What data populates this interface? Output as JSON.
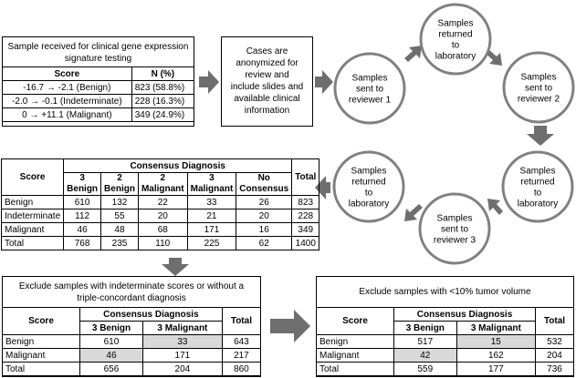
{
  "box1": {
    "title_lines": [
      "Sample received for clinical gene expression",
      "signature testing"
    ],
    "headers": [
      "Score",
      "N (%)"
    ],
    "rows": [
      [
        "-16.7 → -2.1 (Benign)",
        "823 (58.8%)"
      ],
      [
        "-2.0 → -0.1 (Indeterminate)",
        "228 (16.3%)"
      ],
      [
        "0 → +11.1 (Malignant)",
        "349 (24.9%)"
      ]
    ]
  },
  "box2": {
    "lines": [
      "Cases are",
      "anonymized for",
      "review and",
      "include slides and",
      "available clinical",
      "information"
    ]
  },
  "circles": [
    {
      "lines": [
        "Samples",
        "sent to",
        "reviewer 1"
      ]
    },
    {
      "lines": [
        "Samples",
        "returned",
        "to",
        "laboratory"
      ]
    },
    {
      "lines": [
        "Samples",
        "sent to",
        "reviewer 2"
      ]
    },
    {
      "lines": [
        "Samples",
        "returned",
        "to",
        "laboratory"
      ]
    },
    {
      "lines": [
        "Samples",
        "sent to",
        "reviewer 3"
      ]
    },
    {
      "lines": [
        "Samples",
        "returned",
        "to",
        "laboratory"
      ]
    }
  ],
  "table1": {
    "score_label": "Score",
    "consensus_label": "Consensus Diagnosis",
    "total_label": "Total",
    "subheaders": [
      [
        "3",
        "Benign"
      ],
      [
        "2",
        "Benign"
      ],
      [
        "2",
        "Malignant"
      ],
      [
        "3",
        "Malignant"
      ],
      [
        "No",
        "Consensus"
      ]
    ],
    "rows": [
      [
        "Benign",
        "610",
        "132",
        "22",
        "33",
        "26",
        "823"
      ],
      [
        "Indeterminate",
        "112",
        "55",
        "20",
        "21",
        "20",
        "228"
      ],
      [
        "Malignant",
        "46",
        "48",
        "68",
        "171",
        "16",
        "349"
      ],
      [
        "Total",
        "768",
        "235",
        "110",
        "225",
        "62",
        "1400"
      ]
    ]
  },
  "table2": {
    "caption_lines": [
      "Exclude samples with indeterminate scores or without a",
      "triple-concordant diagnosis"
    ],
    "score_label": "Score",
    "consensus_label": "Consensus Diagnosis",
    "total_label": "Total",
    "subheaders": [
      "3 Benign",
      "3 Malignant"
    ],
    "rows": [
      [
        "Benign",
        "610",
        "33",
        "643"
      ],
      [
        "Malignant",
        "46",
        "171",
        "217"
      ],
      [
        "Total",
        "656",
        "204",
        "860"
      ]
    ]
  },
  "table3": {
    "caption": "Exclude samples with <10% tumor volume",
    "score_label": "Score",
    "consensus_label": "Consensus Diagnosis",
    "total_label": "Total",
    "subheaders": [
      "3 Benign",
      "3 Malignant"
    ],
    "rows": [
      [
        "Benign",
        "517",
        "15",
        "532"
      ],
      [
        "Malignant",
        "42",
        "162",
        "204"
      ],
      [
        "Total",
        "559",
        "177",
        "736"
      ]
    ]
  },
  "colors": {
    "arrow": "#6e6e6e",
    "circle_stroke": "#808080",
    "shade": "#d9d9d9"
  }
}
